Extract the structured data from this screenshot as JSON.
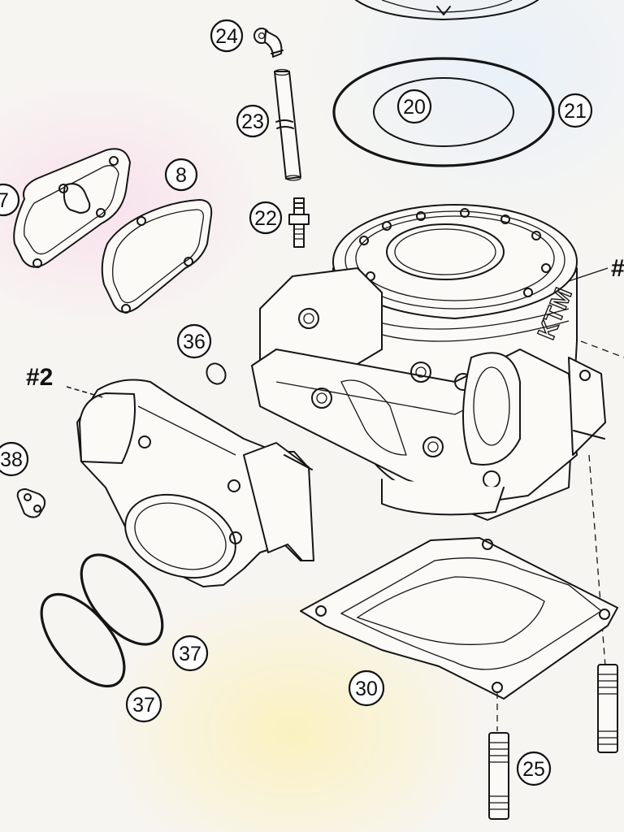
{
  "diagram": {
    "callouts": [
      {
        "id": "24",
        "text": "24"
      },
      {
        "id": "23",
        "text": "23"
      },
      {
        "id": "20",
        "text": "20"
      },
      {
        "id": "21",
        "text": "21"
      },
      {
        "id": "22",
        "text": "22"
      },
      {
        "id": "8",
        "text": "8"
      },
      {
        "id": "7",
        "text": "7"
      },
      {
        "id": "36",
        "text": "36"
      },
      {
        "id": "38",
        "text": "38"
      },
      {
        "id": "37a",
        "text": "37"
      },
      {
        "id": "37b",
        "text": "37"
      },
      {
        "id": "30",
        "text": "30"
      },
      {
        "id": "25",
        "text": "25"
      }
    ],
    "labels": {
      "part2": "#2",
      "part_right": "#"
    },
    "cylinder_logo": "KTM"
  }
}
